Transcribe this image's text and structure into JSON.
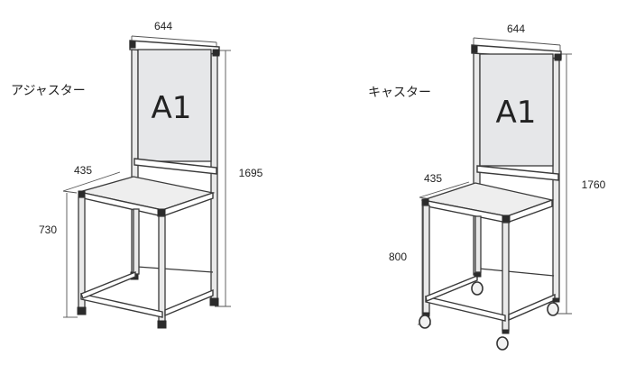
{
  "left": {
    "variant_label": "アジャスター",
    "board_label": "A1",
    "width_label": "644",
    "depth_label": "435",
    "seat_height_label": "730",
    "total_height_label": "1695"
  },
  "right": {
    "variant_label": "キャスター",
    "board_label": "A1",
    "width_label": "644",
    "depth_label": "435",
    "seat_height_label": "800",
    "total_height_label": "1760"
  }
}
